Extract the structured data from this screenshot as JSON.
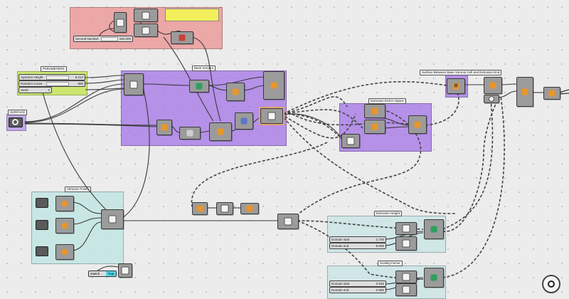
{
  "groups": {
    "parameters": "PARAMETERS",
    "surface": "SURFACE",
    "base_voronoi": "Base Voronoi",
    "extrusion_end": "Extrusion End in Space",
    "surface_between": "Surface Between Base Voronoi Cell and Extrusion End",
    "attractor_points": "Attractor Points",
    "extrusion_height": "Extrusion Height",
    "scaling_factor": "Scaling Factor"
  },
  "sliders": {
    "second_number": {
      "name": "Second Number",
      "value": "182.000"
    },
    "aperture_height": {
      "name": "Aperture Height",
      "value": "6.214"
    },
    "random_count": {
      "name": "Random Count",
      "value": "966"
    },
    "seed": {
      "name": "Seed",
      "value": "2"
    },
    "domain_start_1": {
      "name": "Domain start",
      "value": "2.700"
    },
    "domain_end_1": {
      "name": "Domain end",
      "value": "8.000"
    },
    "domain_start_2": {
      "name": "Domain start",
      "value": "0.525"
    },
    "domain_end_2": {
      "name": "Domain end",
      "value": "0.900"
    }
  },
  "toggle": {
    "name": "Switch",
    "value": "True"
  },
  "icons": {
    "navigation": "compass-icon",
    "component": "grasshopper-component-icon"
  },
  "colors": {
    "pink_group": "#ec8c8c",
    "purple_group": "#a06ee6",
    "green_group": "#c6e65a",
    "teal_group": "#bee6e1",
    "canvas": "#ececec",
    "wire": "#3a3a3a",
    "toggle": "#4fd6e4",
    "panel": "#f3ef5a"
  }
}
